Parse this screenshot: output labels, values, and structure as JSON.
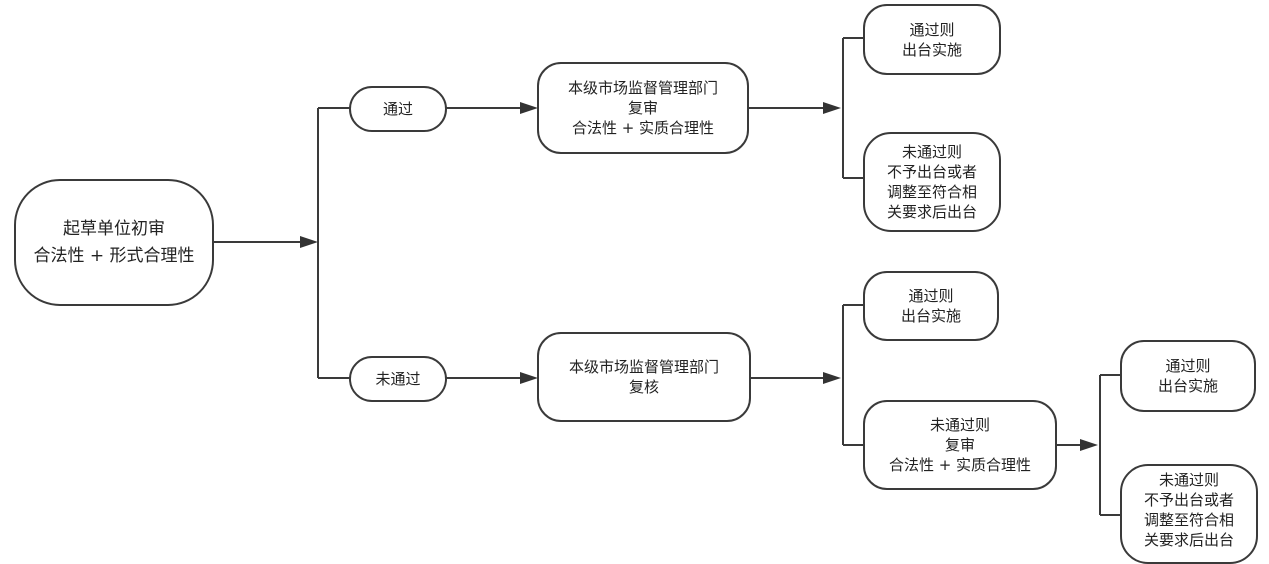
{
  "nodes": {
    "initial_review": {
      "lines": [
        "起草单位初审",
        "合法性 + 形式合理性"
      ]
    },
    "pass": {
      "lines": [
        "通过"
      ]
    },
    "fail": {
      "lines": [
        "未通过"
      ]
    },
    "re_review_a": {
      "lines": [
        "本级市场监督管理部门",
        "复审",
        "合法性 + 实质合理性"
      ]
    },
    "re_check_b": {
      "lines": [
        "本级市场监督管理部门",
        "复核"
      ]
    },
    "a_pass": {
      "lines": [
        "通过则",
        "出台实施"
      ]
    },
    "a_fail": {
      "lines": [
        "未通过则",
        "不予出台或者",
        "调整至符合相",
        "关要求后出台"
      ]
    },
    "b_pass": {
      "lines": [
        "通过则",
        "出台实施"
      ]
    },
    "b_fail": {
      "lines": [
        "未通过则",
        "复审",
        "合法性 + 实质合理性"
      ]
    },
    "c_pass": {
      "lines": [
        "通过则",
        "出台实施"
      ]
    },
    "c_fail": {
      "lines": [
        "未通过则",
        "不予出台或者",
        "调整至符合相",
        "关要求后出台"
      ]
    }
  }
}
